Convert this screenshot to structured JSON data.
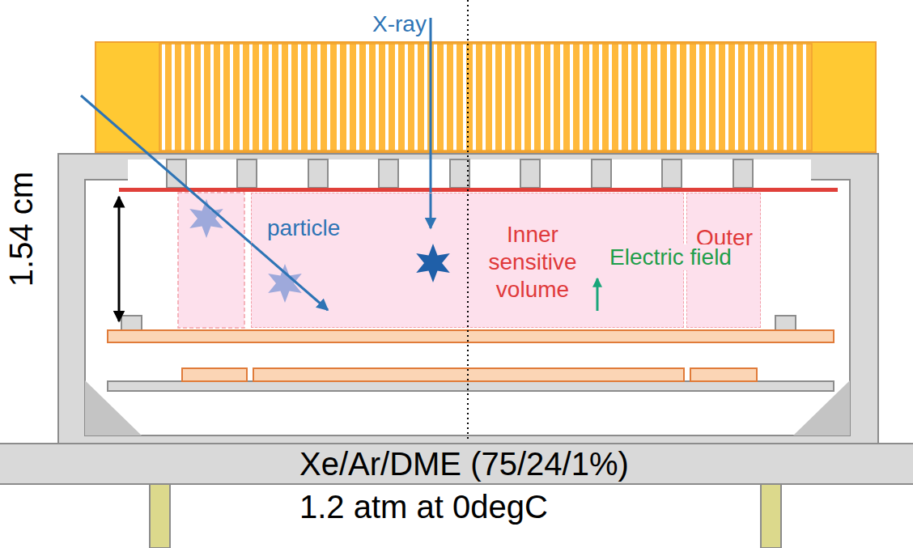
{
  "diagram": {
    "nodes": [
      {
        "text": [
          "Inner sensitive volume"
        ]
      },
      {
        "text": [
          "Outer"
        ]
      }
    ],
    "labels": [
      "X-ray",
      "1.54 cm",
      "particle",
      "Electric field",
      "Xe/Ar/DME (75/24/1%)",
      "1.2 atm at 0degC"
    ]
  }
}
